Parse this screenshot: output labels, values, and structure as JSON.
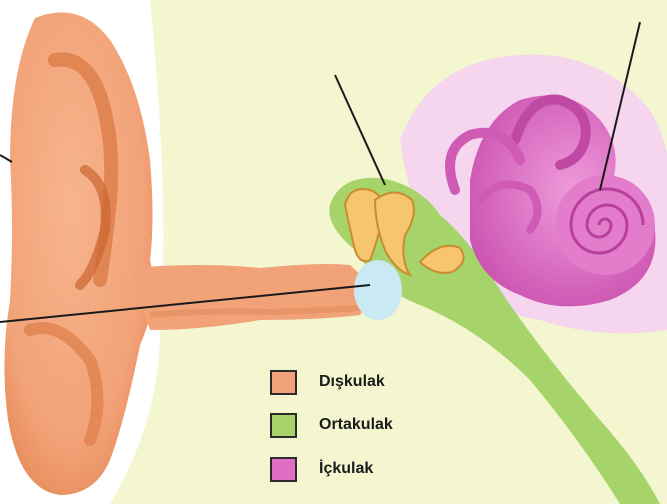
{
  "legend": {
    "items": [
      {
        "label": "Dışkulak",
        "color": "#f2a278"
      },
      {
        "label": "Ortakulak",
        "color": "#a6d36a"
      },
      {
        "label": "İçkulak",
        "color": "#df6fc3"
      }
    ]
  },
  "colors": {
    "background": "#f3f6cf",
    "outer_ear": "#f2a278",
    "outer_ear_shadow": "#d9763f",
    "middle_ear": "#a6d36a",
    "inner_ear": "#df6fc3",
    "ossicles": "#f6c56e",
    "eardrum": "#c9e9f4",
    "pointer_lines": "#1a1a1a"
  }
}
